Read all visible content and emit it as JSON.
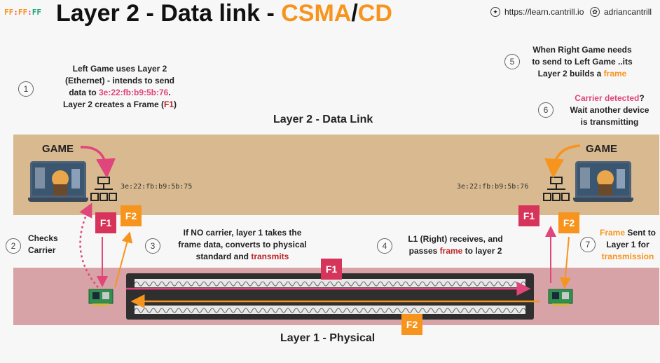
{
  "logo": {
    "text": "FF:FF:FF",
    "colors": [
      "#f7941d",
      "#e0457b",
      "#1aa37a"
    ]
  },
  "title": {
    "prefix": "Layer 2 - Data link - ",
    "csma": "CSMA",
    "slash": "/",
    "cd": "CD"
  },
  "links": {
    "website": "https://learn.cantrill.io",
    "handle": "adriancantrill"
  },
  "layer2_title": "Layer 2 - Data Link",
  "layer1_title": "Layer 1 - Physical",
  "game_left": "GAME",
  "game_right": "GAME",
  "mac_left": "3e:22:fb:b9:5b:75",
  "mac_right": "3e:22:fb:b9:5b:76",
  "frames": {
    "f1": "F1",
    "f2": "F2"
  },
  "steps": {
    "s1": {
      "num": "1",
      "line1": "Left Game uses Layer 2",
      "line2": "(Ethernet) - intends to send",
      "line3_pre": "data to ",
      "line3_mac": "3e:22:fb:b9:5b:76",
      "line3_post": ".",
      "line4_pre": "Layer 2 creates a Frame (",
      "line4_f": "F1",
      "line4_post": ")"
    },
    "s2": {
      "num": "2",
      "line1": "Checks",
      "line2": "Carrier"
    },
    "s3": {
      "num": "3",
      "line1": "If NO carrier, layer 1 takes the",
      "line2": "frame data, converts to physical",
      "line3_pre": "standard and ",
      "line3_hl": "transmits"
    },
    "s4": {
      "num": "4",
      "line1": "L1 (Right) receives, and",
      "line2_pre": "passes ",
      "line2_hl": "frame",
      "line2_post": " to layer 2"
    },
    "s5": {
      "num": "5",
      "line1": "When Right Game needs",
      "line2": "to send to Left Game ..its",
      "line3_pre": "Layer 2 builds a ",
      "line3_hl": "frame"
    },
    "s6": {
      "num": "6",
      "line1_hl": "Carrier detected",
      "line1_post": "?",
      "line2": "Wait another device",
      "line3": "is transmitting"
    },
    "s7": {
      "num": "7",
      "line1_hl": "Frame",
      "line1_post": " Sent to",
      "line2": "Layer 1 for",
      "line3_hl": "transmission"
    }
  },
  "colors": {
    "orange": "#f7941d",
    "pink": "#e0457b",
    "frame_pink": "#d6345a",
    "layer2_band": "#d9b98f",
    "layer1_band": "#d7a3a6"
  }
}
